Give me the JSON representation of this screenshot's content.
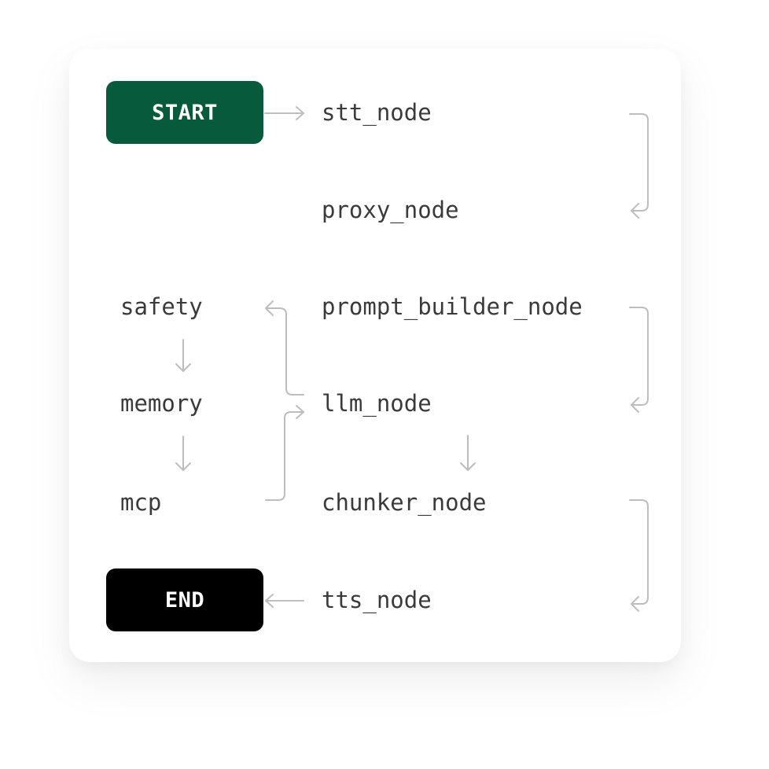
{
  "colors": {
    "start_fill": "#075A3C",
    "end_fill": "#000000",
    "connector": "#BDBDBD",
    "node_text": "#3A3A3A"
  },
  "terminals": {
    "start": "START",
    "end": "END"
  },
  "nodes": {
    "stt": "stt_node",
    "proxy": "proxy_node",
    "prompt_builder": "prompt_builder_node",
    "llm": "llm_node",
    "chunker": "chunker_node",
    "tts": "tts_node",
    "safety": "safety",
    "memory": "memory",
    "mcp": "mcp"
  }
}
